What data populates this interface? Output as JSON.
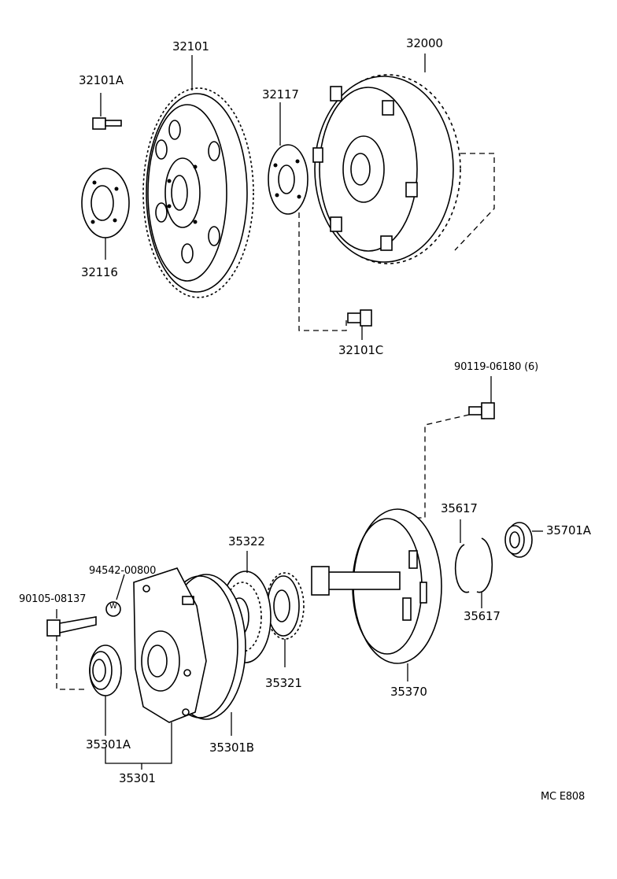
{
  "labels": {
    "p32000": "32000",
    "p32101": "32101",
    "p32101A": "32101A",
    "p32117": "32117",
    "p32116": "32116",
    "p32101C": "32101C",
    "p90119": "90119-06180 (6)",
    "p35617a": "35617",
    "p35617b": "35617",
    "p35701A": "35701A",
    "p35322": "35322",
    "p94542": "94542-00800",
    "p90105": "90105-08137",
    "p35321": "35321",
    "p35370": "35370",
    "p35301A": "35301A",
    "p35301B": "35301B",
    "p35301": "35301",
    "washer_mark": "W"
  },
  "code": "MC  E808"
}
